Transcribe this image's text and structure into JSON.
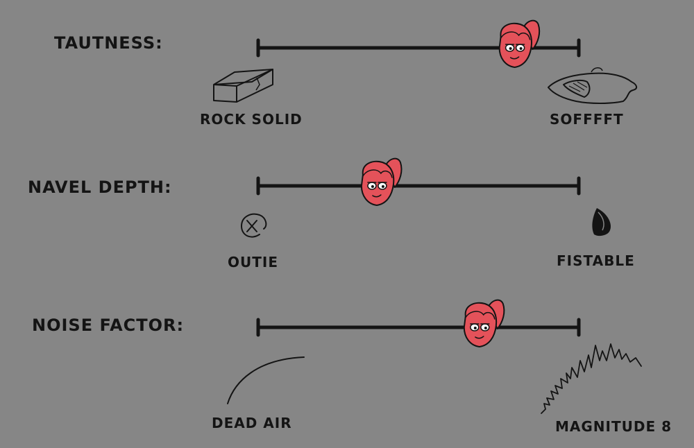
{
  "colors": {
    "background": "#868686",
    "ink": "#141414",
    "marker_face": "#e4525a",
    "marker_hair": "#e4525a"
  },
  "sliders": [
    {
      "label": "TAUTNESS:",
      "min_label": "ROCK SOLID",
      "max_label": "SOFFFFT",
      "min_icon": "brick-icon",
      "max_icon": "pillow-icon",
      "level": 0.8
    },
    {
      "label": "NAVEL DEPTH:",
      "min_label": "OUTIE",
      "max_label": "FISTABLE",
      "min_icon": "outie-navel-icon",
      "max_icon": "deep-navel-icon",
      "level": 0.37
    },
    {
      "label": "NOISE FACTOR:",
      "min_label": "DEAD AIR",
      "max_label": "MAGNITUDE 8",
      "min_icon": "flat-line-icon",
      "max_icon": "seismic-wave-icon",
      "level": 0.69
    }
  ]
}
